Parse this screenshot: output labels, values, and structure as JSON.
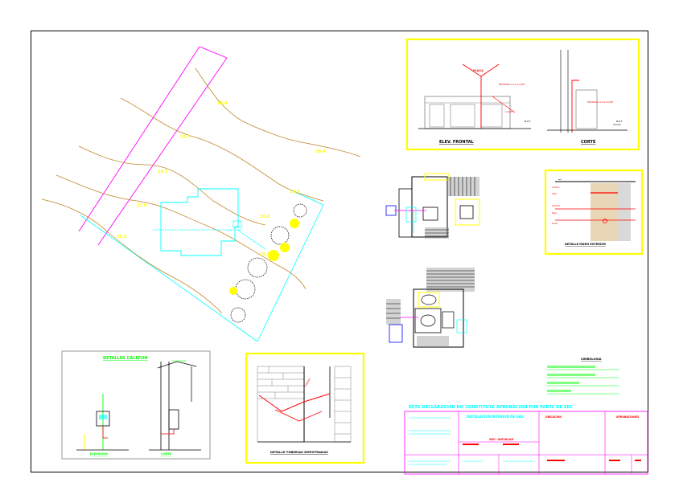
{
  "colors": {
    "frame": "#000000",
    "yellow": "#ffff00",
    "cyan": "#00ffff",
    "magenta": "#ff00ff",
    "contour": "#c08a2e",
    "red": "#ff0000",
    "green": "#00ff00",
    "blue": "#0000ff",
    "gray": "#808080"
  },
  "site": {
    "contour_labels": [
      "18.0",
      "19.0",
      "20.0",
      "19.5",
      "21.0",
      "20.5",
      "20.0",
      "19.5",
      "20.0"
    ],
    "icons": [
      "tree-icon",
      "shrub-icon",
      "gas-tank-icon"
    ]
  },
  "elevation": {
    "left_label": "ELEV. FRONTAL",
    "right_label": "CORTE"
  },
  "calefon": {
    "title": "DETALLES CALEFON",
    "left_label": "ELEVACION",
    "right_label": "CORTE"
  },
  "tuberias": {
    "title": "DETALLE TUBERIAS EMPOTRADAS"
  },
  "section_detail": {
    "title": "DETALLE MURO EXTERIOR"
  },
  "legend": {
    "title": "SIMBOLOGIA"
  },
  "title_block": {
    "declaration": "ESTA DECLARACION NO CONSTITUYE APROBACION POR PARTE DE SEC",
    "subtitle": "INSTALACION INTERIOR DE GAS",
    "project_code": "SEC: INSTALAR",
    "columns": [
      "UBICACION",
      "APROBACIONES"
    ]
  }
}
